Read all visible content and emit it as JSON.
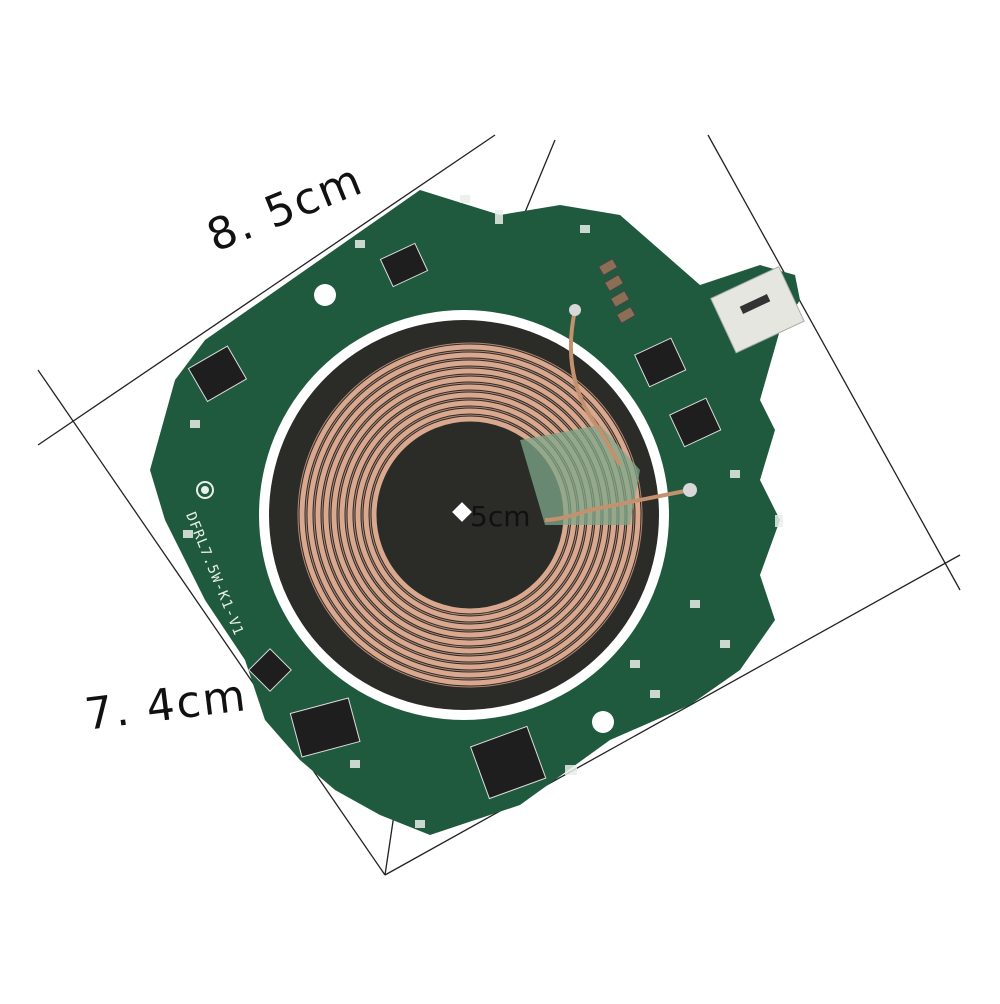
{
  "image": {
    "subject": "Wireless charging transmitter PCB with copper coil",
    "background_color": "#ffffff",
    "colors": {
      "pcb": "#1f5a3f",
      "coil": "#d9a88e",
      "ferrite": "#2b2b28",
      "ring": "#ffffff",
      "ic": "#1e1e1e",
      "silkscreen": "#e8efe9",
      "dimension_line": "#222222"
    }
  },
  "dimensions": {
    "width_label": "8. 5cm",
    "height_label": "7. 4cm",
    "coil_label": "5cm"
  },
  "board": {
    "silkscreen_text": "DFRL7.5W-K1-V1",
    "connector": "micro-USB"
  }
}
